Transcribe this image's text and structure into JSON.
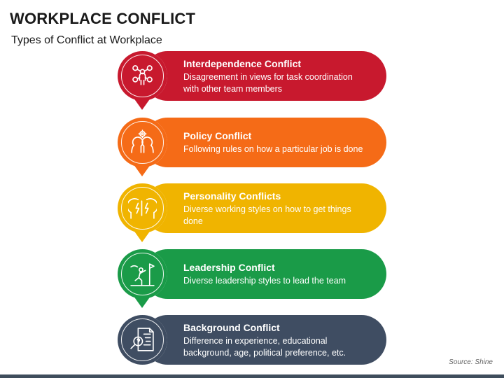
{
  "title": "WORKPLACE CONFLICT",
  "subtitle": "Types of Conflict at Workplace",
  "items": [
    {
      "heading": "Interdependence Conflict",
      "desc_line1": "Disagreement in views for task coordination",
      "desc_line2": "with other team members",
      "color": "#c8192e",
      "dark": "#9e1424",
      "icon": "team-people-icon"
    },
    {
      "heading": "Policy Conflict",
      "desc_line1": "Following rules on how a particular job is done",
      "desc_line2": "",
      "color": "#f56b17",
      "dark": "#c95612",
      "icon": "heads-gear-icon"
    },
    {
      "heading": "Personality Conflicts",
      "desc_line1": "Diverse working styles on how to get things",
      "desc_line2": "done",
      "color": "#f0b400",
      "dark": "#c89400",
      "icon": "heads-lightning-icon"
    },
    {
      "heading": "Leadership Conflict",
      "desc_line1": "Diverse leadership styles to lead the team",
      "desc_line2": "",
      "color": "#1a9b48",
      "dark": "#137a38",
      "icon": "climber-flag-icon"
    },
    {
      "heading": "Background Conflict",
      "desc_line1": "Difference in experience, educational",
      "desc_line2": "background, age, political preference, etc.",
      "color": "#3f4d62",
      "dark": "#2d3848",
      "icon": "document-search-icon"
    }
  ],
  "source": "Source: Shine"
}
